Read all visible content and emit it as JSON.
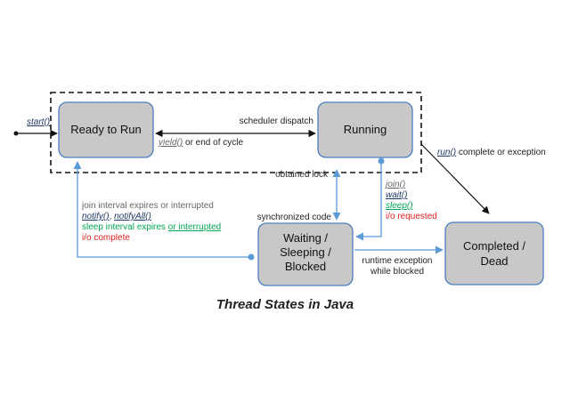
{
  "title": "Thread States in Java",
  "states": {
    "ready": "Ready to Run",
    "running": "Running",
    "waiting": [
      "Waiting /",
      "Sleeping /",
      "Blocked"
    ],
    "completed": [
      "Completed /",
      "Dead"
    ]
  },
  "labels": {
    "start": "start()",
    "scheduler_dispatch": "scheduler dispatch",
    "yield": "yield()",
    "yield_rest": " or end of cycle",
    "run": "run()",
    "run_rest": " complete or exception",
    "obtained_lock": "obtained lock",
    "synchronized_code": "synchronized code",
    "join": "join()",
    "wait": "wait()",
    "sleep": "sleep()",
    "io_requested": "i/o requested",
    "join_interval": "join interval expires or interrupted",
    "notify": "notify()",
    "notify_sep": ", ",
    "notify_all": "notifyAll()",
    "sleep_interval": "sleep interval expires ",
    "or_interrupted": "or  interrupted",
    "io_complete": "i/o complete",
    "runtime_exception": "runtime exception",
    "while_blocked": "while blocked"
  },
  "colors": {
    "state_fill": "#c8c8c8",
    "state_stroke": "#4a7fbf",
    "blue_line": "#5b9bd5",
    "gray_text": "#666666",
    "dark_blue_text": "#1f3864",
    "green_text": "#00a651",
    "red_text": "#e02020"
  }
}
